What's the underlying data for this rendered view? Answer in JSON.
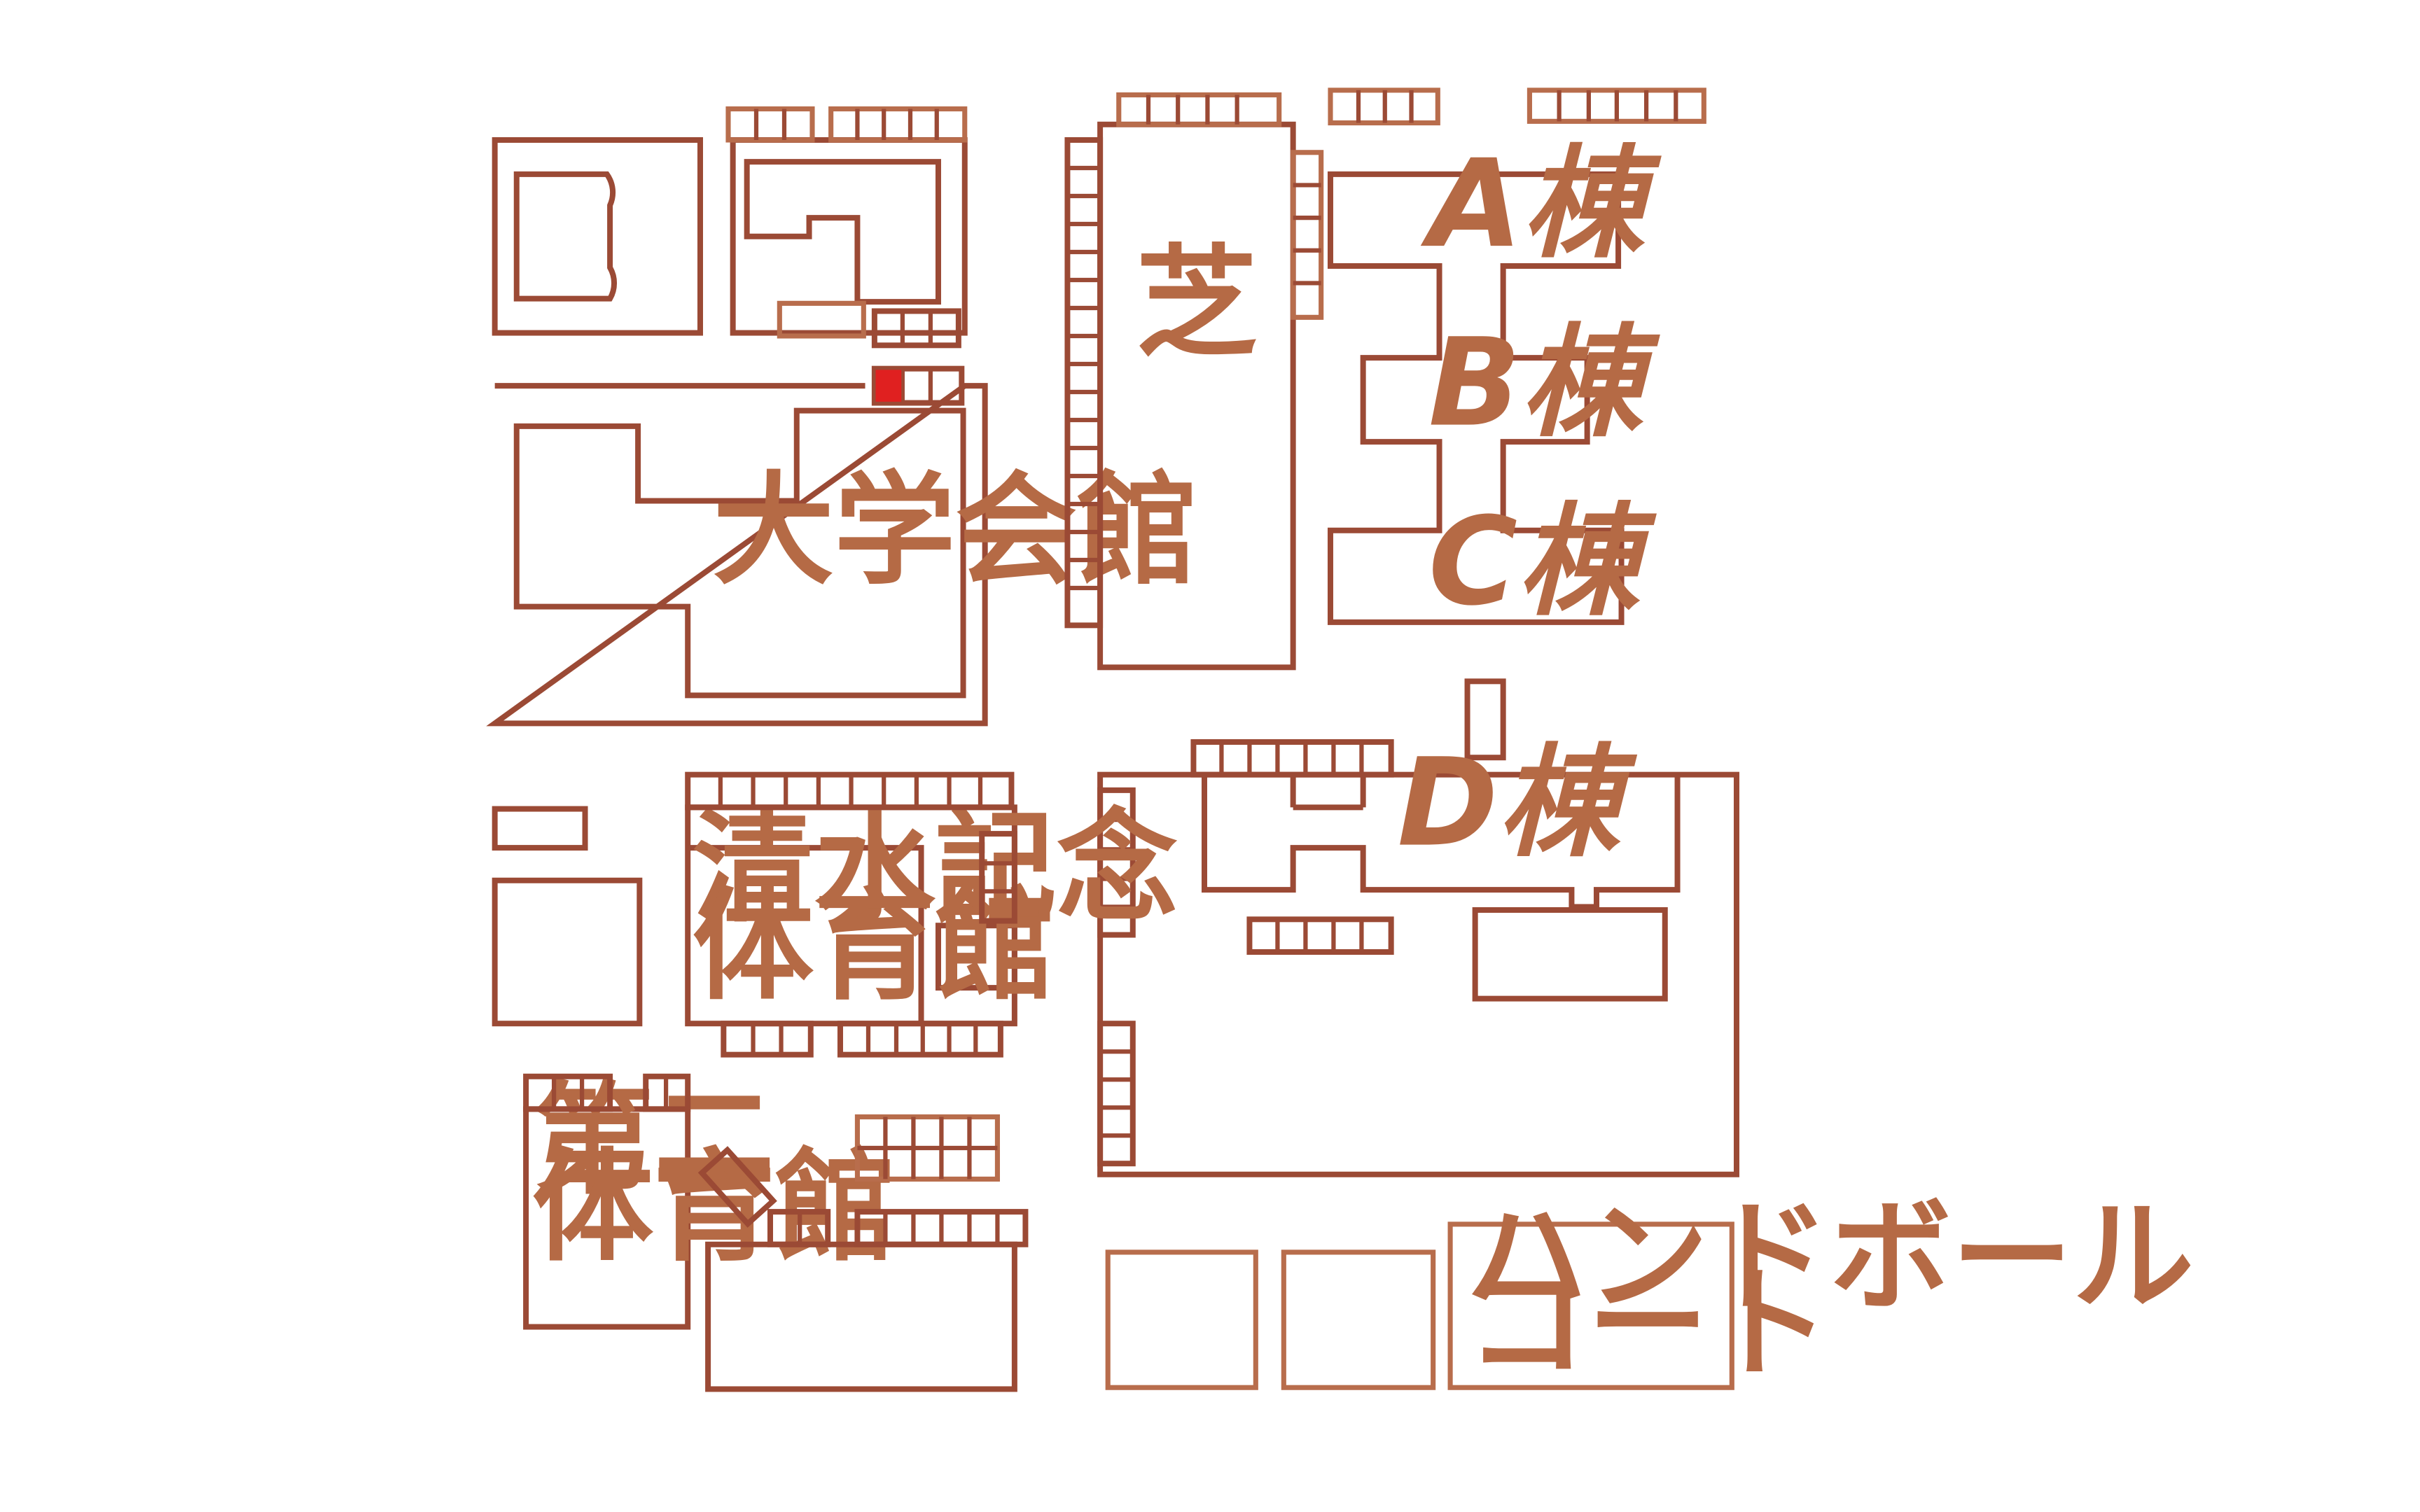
{
  "map": {
    "colors": {
      "outline": "#9b4a35",
      "label": "#b56a45",
      "marker": "#e02020",
      "background": "#ffffff"
    },
    "labels": {
      "shiba": "芝",
      "a_building": "A棟",
      "b_building": "B棟",
      "c_building": "C棟",
      "d_building": "D棟",
      "university_hall": "大学会館",
      "shimizu_gym_line1": "清水記念",
      "shimizu_gym_line2": "体育館",
      "second_gym_line1": "第二",
      "second_gym_line2": "体育館",
      "handball_line1": "ハンドボール",
      "handball_line2": "コート"
    },
    "marker": {
      "name": "current-location-marker",
      "icon": "red-square-icon"
    }
  }
}
